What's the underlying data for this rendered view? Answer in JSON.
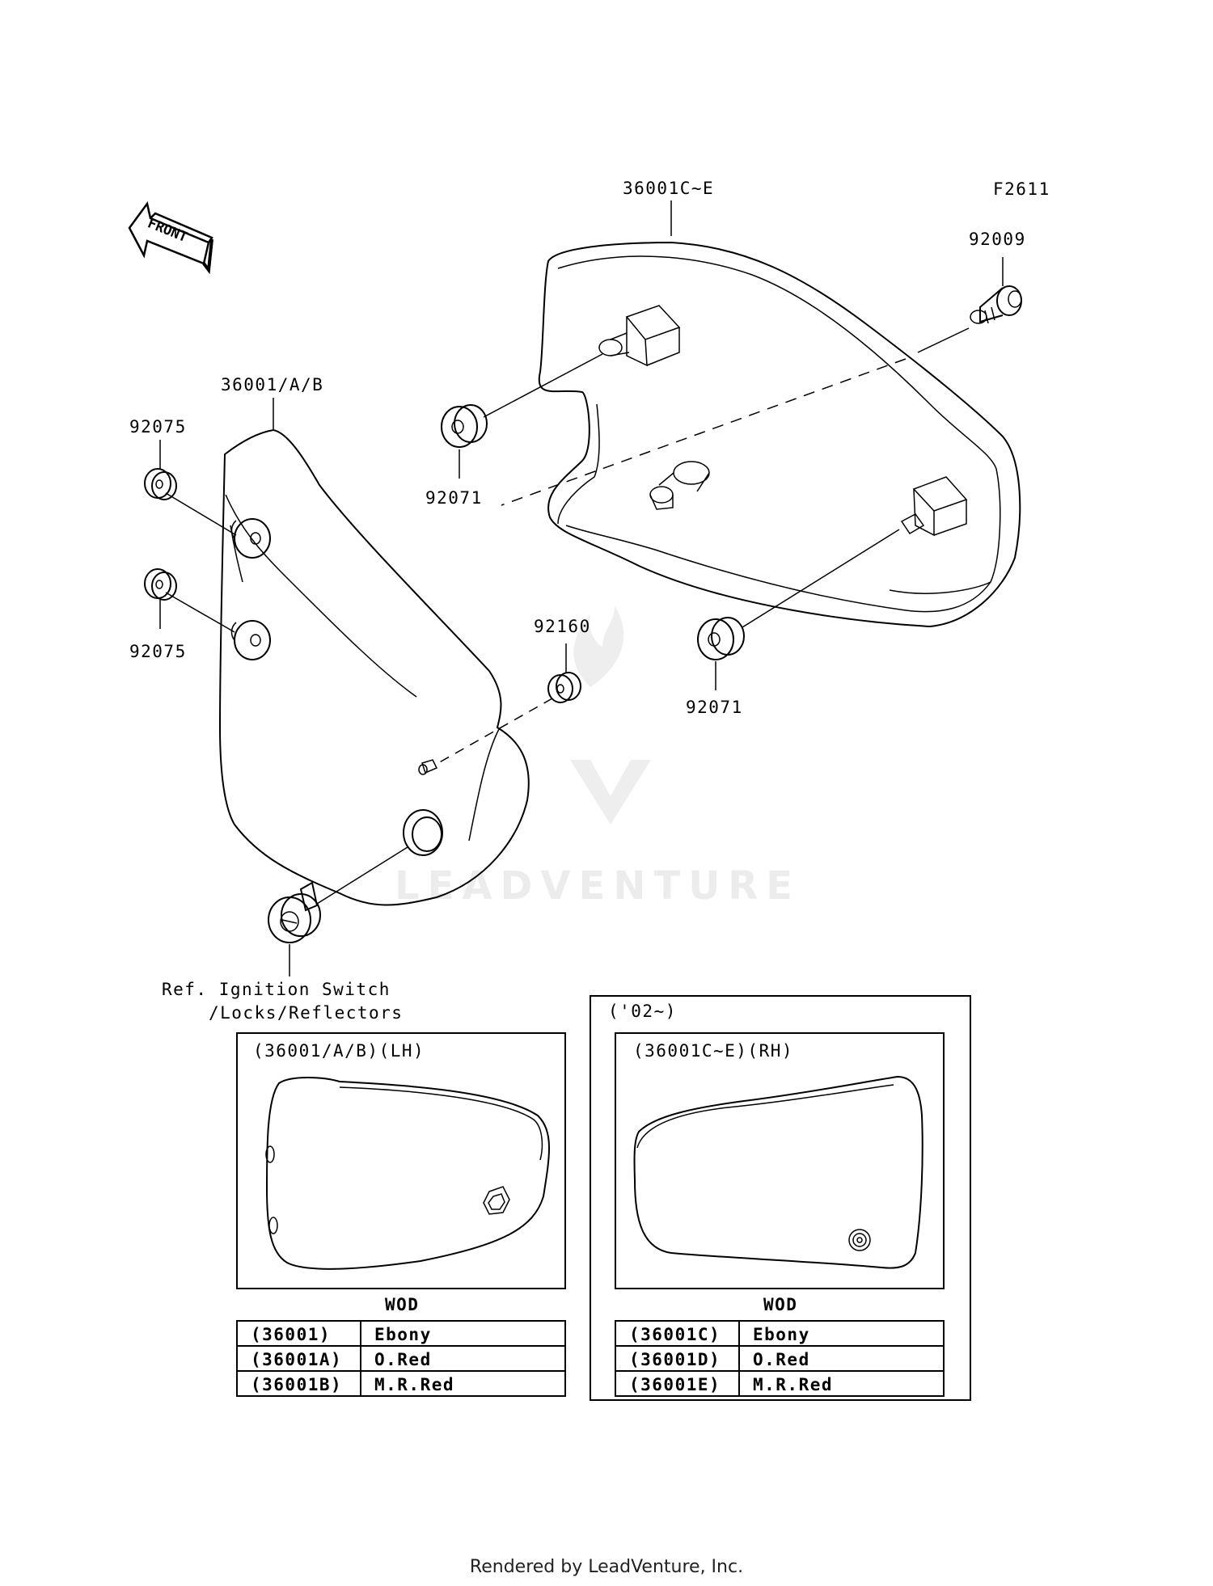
{
  "figure_code": "F2611",
  "front_arrow_label": "FRONT",
  "callouts": {
    "rh_cover": "36001C~E",
    "lh_cover": "36001/A/B",
    "bolt": "92009",
    "grommet_upper_rh": "92071",
    "grommet_lower_rh": "92071",
    "grommet_lh_top": "92075",
    "grommet_lh_bottom": "92075",
    "grommet_lh_rear": "92160"
  },
  "ref_note": {
    "line1": "Ref. Ignition Switch",
    "line2": "/Locks/Reflectors"
  },
  "year_note": "('02~)",
  "lh_box": {
    "title": "(36001/A/B)(LH)",
    "wod": "WOD",
    "rows": [
      {
        "code": "(36001)",
        "color": "Ebony"
      },
      {
        "code": "(36001A)",
        "color": "O.Red"
      },
      {
        "code": "(36001B)",
        "color": "M.R.Red"
      }
    ]
  },
  "rh_box": {
    "title": "(36001C~E)(RH)",
    "wod": "WOD",
    "rows": [
      {
        "code": "(36001C)",
        "color": "Ebony"
      },
      {
        "code": "(36001D)",
        "color": "O.Red"
      },
      {
        "code": "(36001E)",
        "color": "M.R.Red"
      }
    ]
  },
  "watermark": "LEADVENTURE",
  "footer": "Rendered by LeadVenture, Inc."
}
